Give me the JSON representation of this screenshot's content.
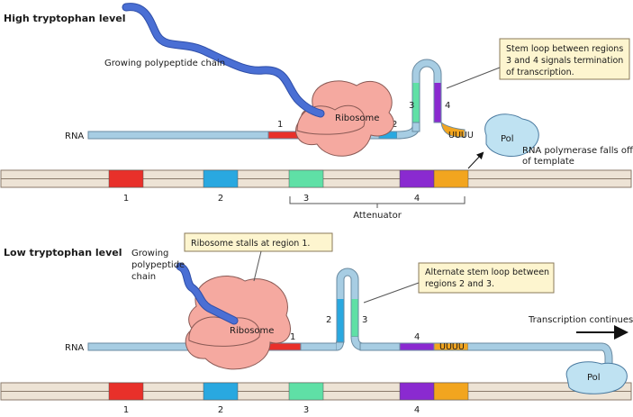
{
  "top": {
    "title": "High tryptophan level",
    "polypeptide_label": "Growing polypeptide chain",
    "ribosome_label": "Ribosome",
    "rna_label": "RNA",
    "region_labels_rna": [
      "1",
      "2",
      "3",
      "4"
    ],
    "uuu": "UUUU",
    "callout_lines": [
      "Stem loop between regions",
      "3 and 4 signals termination",
      "of transcription."
    ],
    "pol_label": "Pol",
    "pol_note_lines": [
      "RNA polymerase falls off",
      "of template"
    ],
    "dna_region_labels": [
      "1",
      "2",
      "3",
      "4"
    ],
    "attenuator_label": "Attenuator"
  },
  "bottom": {
    "title": "Low tryptophan level",
    "polypeptide_label_lines": [
      "Growing",
      "polypeptide",
      "chain"
    ],
    "ribosome_label": "Ribosome",
    "rna_label": "RNA",
    "region_labels_rna": [
      "1",
      "2",
      "3",
      "4"
    ],
    "uuu": "UUUU",
    "callout_stall": "Ribosome stalls at region 1.",
    "callout_alt_lines": [
      "Alternate stem loop between",
      "regions 2 and 3."
    ],
    "transcription_label": "Transcription continues",
    "pol_label": "Pol",
    "dna_region_labels": [
      "1",
      "2",
      "3",
      "4"
    ]
  },
  "colors": {
    "region1": "#e8302a",
    "region2": "#29a8e0",
    "region3": "#5fe0a6",
    "region4": "#8a2ad0",
    "region_u": "#f2a51f",
    "rna": "#a7cde3",
    "ribosome": "#f5a9a0",
    "polypeptide": "#4a6fd4",
    "dna_fill": "#ede3d5",
    "callout_bg": "#fdf5cf"
  }
}
